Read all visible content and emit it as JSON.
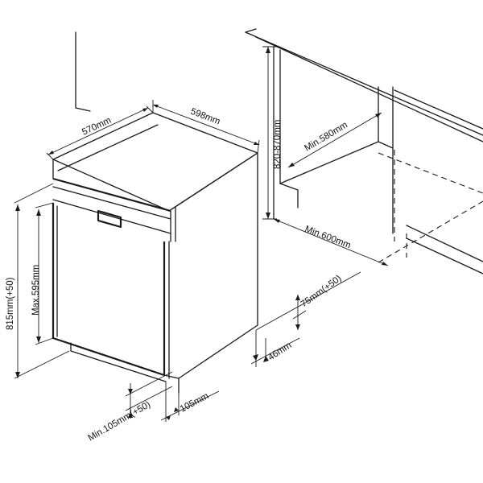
{
  "dimensions": {
    "depth": "570mm",
    "width": "598mm",
    "cabinet_height": "820-870mm",
    "cabinet_depth": "Min.580mm",
    "niche_width": "Min.600mm",
    "plinth_adjust": "75mm(+50)",
    "plinth_depth": "46mm",
    "total_height": "815mm(+50)",
    "door_height": "Max.595mm",
    "plinth_height": "Min.105mm(+50)",
    "toe_space": "105mm"
  }
}
